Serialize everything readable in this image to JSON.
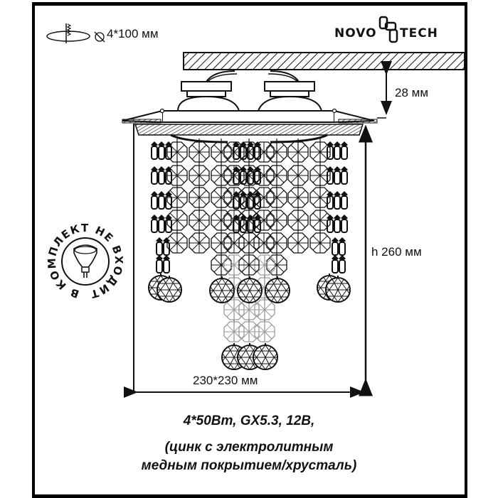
{
  "brand": {
    "logo_left": "NOVO",
    "logo_right": "TECH",
    "logo_alt": "NOVOTECH"
  },
  "mounting": {
    "icon": "ceiling-mount-screw-icon",
    "diameter_icon": "diameter-icon",
    "label": "4*100 мм"
  },
  "dimensions": {
    "ceiling_gap": "28 мм",
    "height": "h 260 мм",
    "width": "230*230 мм"
  },
  "badge": {
    "icon": "mr16-bulb-icon",
    "text": "В КОМПЛЕКТ НЕ ВХОДИТ"
  },
  "specs": {
    "line1": "4*50Вт, GX5.3, 12В,",
    "line2": "(цинк с электролитным",
    "line3": "медным покрытием/хрусталь)"
  },
  "colors": {
    "ink": "#111111",
    "faded_crystal": "#9a9a9a",
    "background": "#ffffff"
  }
}
